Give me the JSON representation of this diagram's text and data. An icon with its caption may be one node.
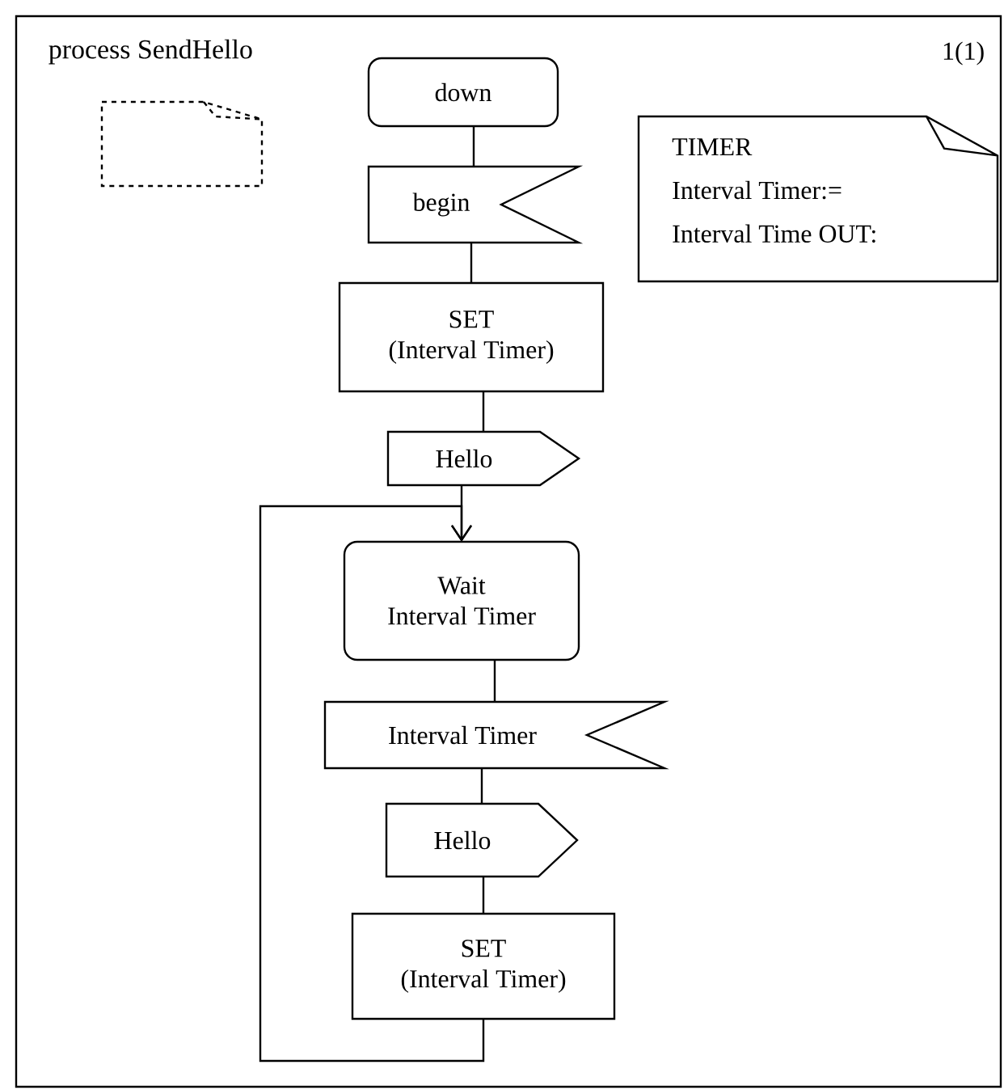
{
  "diagram": {
    "nodes": [
      {
        "text": [
          "process SendHello"
        ]
      },
      {
        "text": [],
        "shape": "note",
        "in": 0
      },
      {
        "text": [
          "down"
        ],
        "in": 0
      },
      {
        "text": [
          "begin"
        ],
        "in": 0
      },
      {
        "text": [
          "SET",
          "(Interval Timer)"
        ],
        "in": 0
      },
      {
        "text": [
          "Hello"
        ],
        "in": 0
      },
      {
        "text": [
          "Wait",
          "Interval Timer"
        ],
        "in": 0
      },
      {
        "text": [
          "Interval Timer"
        ],
        "in": 0
      },
      {
        "text": [
          "Hello"
        ],
        "in": 0
      },
      {
        "text": [
          "SET",
          "(Interval Timer)"
        ],
        "in": 0
      },
      {
        "text": [
          "TIMER",
          "Interval Timer:=",
          "Interval Time OUT:"
        ],
        "in": 0
      }
    ],
    "edges": [
      {
        "from": 2,
        "to": 3,
        "arrow": "none"
      },
      {
        "from": 3,
        "to": 4,
        "arrow": "none"
      },
      {
        "from": 4,
        "to": 5,
        "arrow": "none"
      },
      {
        "from": 5,
        "to": 6,
        "arrow": "to"
      },
      {
        "from": 6,
        "to": 7,
        "arrow": "none"
      },
      {
        "from": 7,
        "to": 8,
        "arrow": "none"
      },
      {
        "from": 8,
        "to": 9,
        "arrow": "none"
      },
      {
        "from": 9,
        "to": 6,
        "arrow": "to"
      }
    ],
    "labels": [
      "1(1)"
    ]
  }
}
